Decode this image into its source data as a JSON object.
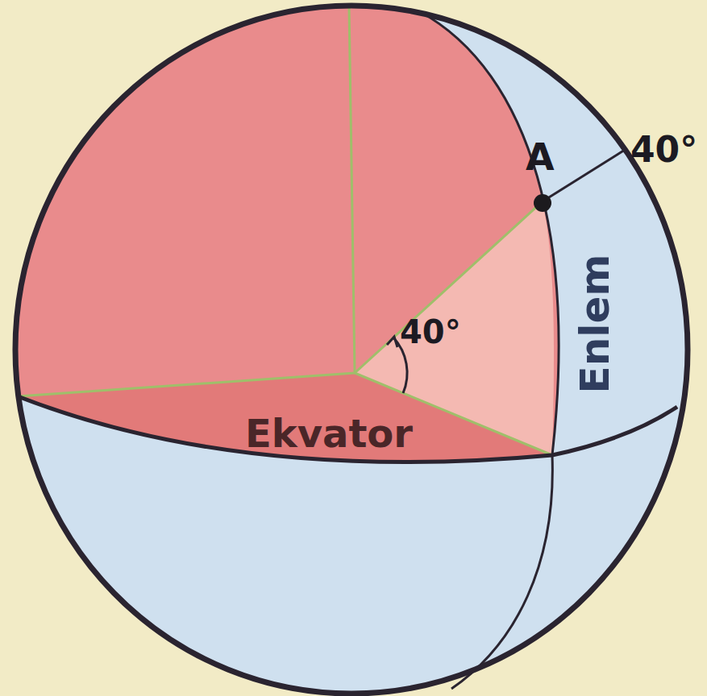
{
  "diagram": {
    "labels": [
      "A",
      "40°",
      "40°",
      "Enlem",
      "Ekvator"
    ]
  }
}
